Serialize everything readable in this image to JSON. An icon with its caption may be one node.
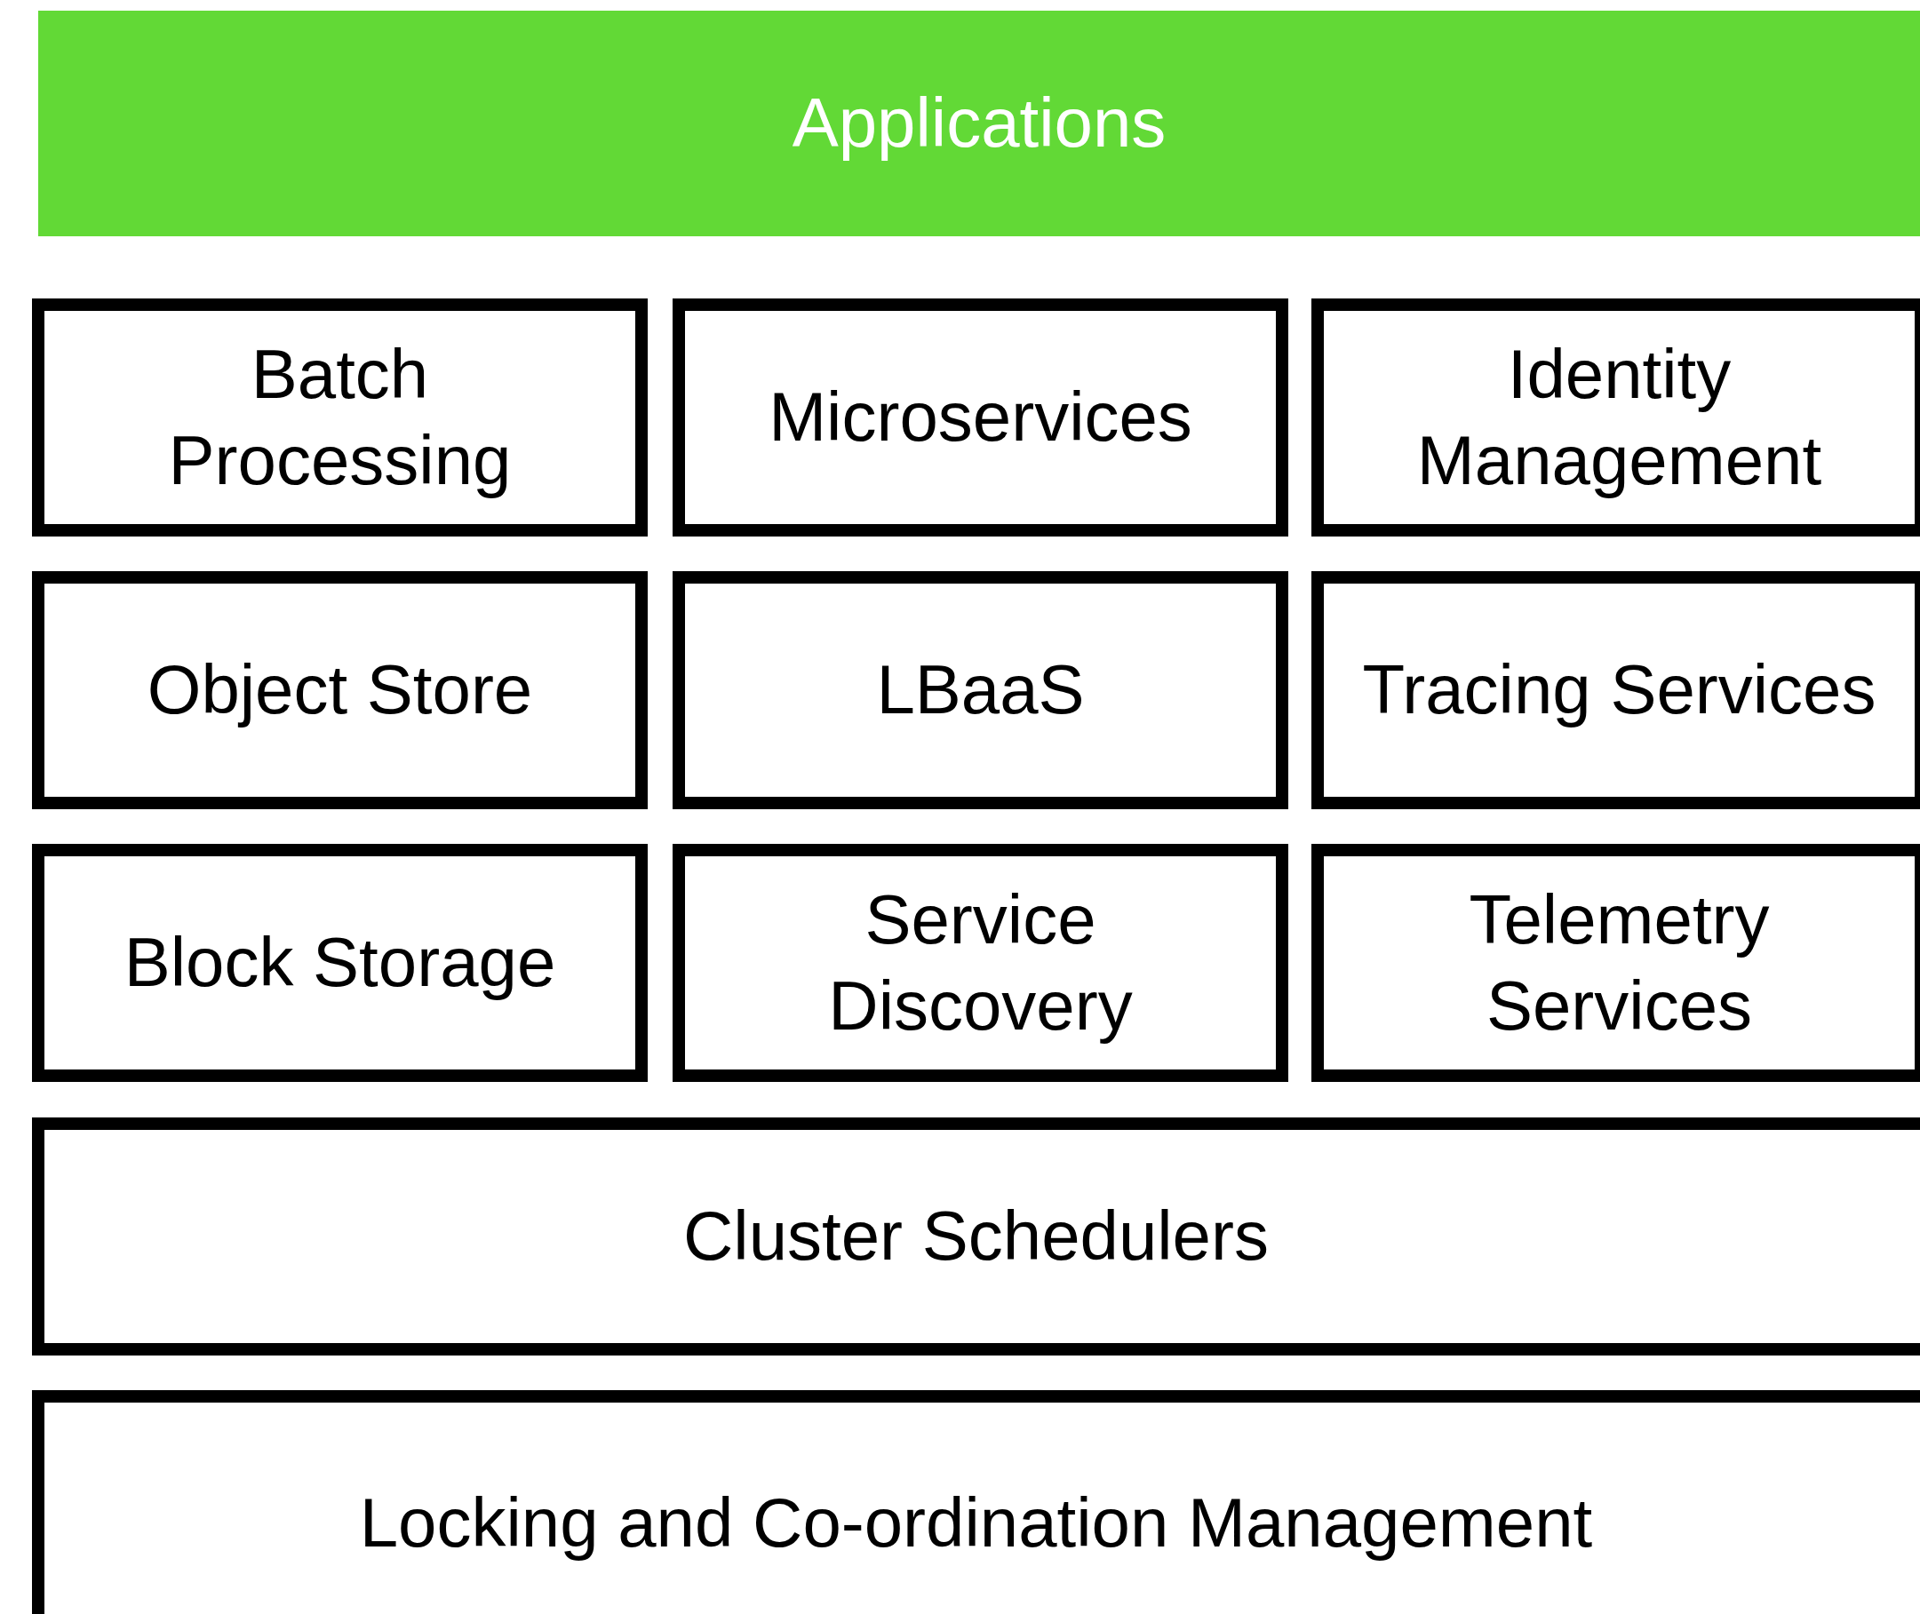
{
  "diagram": {
    "nodes": [
      {
        "text": [
          "Applications"
        ]
      },
      {
        "text": [
          "Batch Processing"
        ]
      },
      {
        "text": [
          "Microservices"
        ]
      },
      {
        "text": [
          "Identity Management"
        ]
      },
      {
        "text": [
          "Object Store"
        ]
      },
      {
        "text": [
          "LBaaS"
        ]
      },
      {
        "text": [
          "Tracing Services"
        ]
      },
      {
        "text": [
          "Block Storage"
        ]
      },
      {
        "text": [
          "Service Discovery"
        ]
      },
      {
        "text": [
          "Telemetry Services"
        ]
      },
      {
        "text": [
          "Cluster Schedulers"
        ]
      },
      {
        "text": [
          "Locking and Co-ordination Management"
        ]
      }
    ]
  }
}
